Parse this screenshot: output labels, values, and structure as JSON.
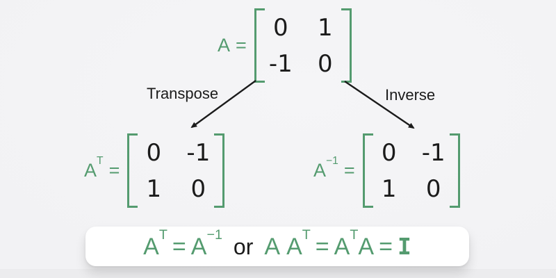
{
  "colors": {
    "green": "#549b6f",
    "ink": "#1b1b1b",
    "card": "#ffffff",
    "floor": "#ececee"
  },
  "matrices": {
    "top": {
      "name": "A",
      "sup": "",
      "equals": "=",
      "cells": [
        "0",
        "1",
        "-1",
        "0"
      ]
    },
    "transpose": {
      "name": "A",
      "sup": "T",
      "equals": "=",
      "cells": [
        "0",
        "-1",
        "1",
        "0"
      ]
    },
    "inverse": {
      "name": "A",
      "sup": "−1",
      "equals": "=",
      "cells": [
        "0",
        "-1",
        "1",
        "0"
      ]
    }
  },
  "arrows": {
    "transpose_label": "Transpose",
    "inverse_label": "Inverse"
  },
  "equation": {
    "lhs": {
      "base1": "A",
      "sup1": "T",
      "equals": "=",
      "base2": "A",
      "sup2": "−1"
    },
    "conjunction": "or",
    "rhs": {
      "base1": "A",
      "base2": "A",
      "sup1": "T",
      "equals1": "=",
      "base3": "A",
      "sup2": "T",
      "base4": "A",
      "equals2": "=",
      "identity": "I"
    }
  }
}
